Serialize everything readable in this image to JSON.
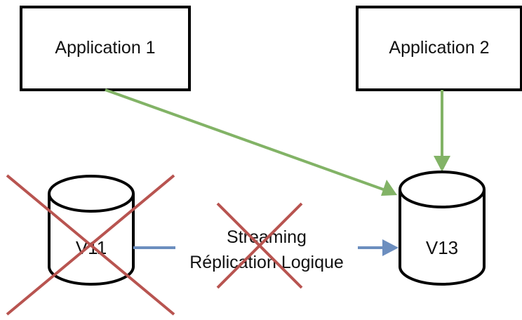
{
  "nodes": {
    "app1": {
      "label": "Application 1"
    },
    "app2": {
      "label": "Application 2"
    },
    "db_old": {
      "label": "V11",
      "crossed_out": true
    },
    "db_new": {
      "label": "V13"
    }
  },
  "edges": {
    "replication": {
      "line1": "Streaming",
      "line2": "Réplication Logique",
      "crossed_out": true
    }
  },
  "colors": {
    "box_stroke": "#000000",
    "app_arrow": "#82b366",
    "replication_arrow": "#6c8ebf",
    "cross": "#b85450"
  }
}
